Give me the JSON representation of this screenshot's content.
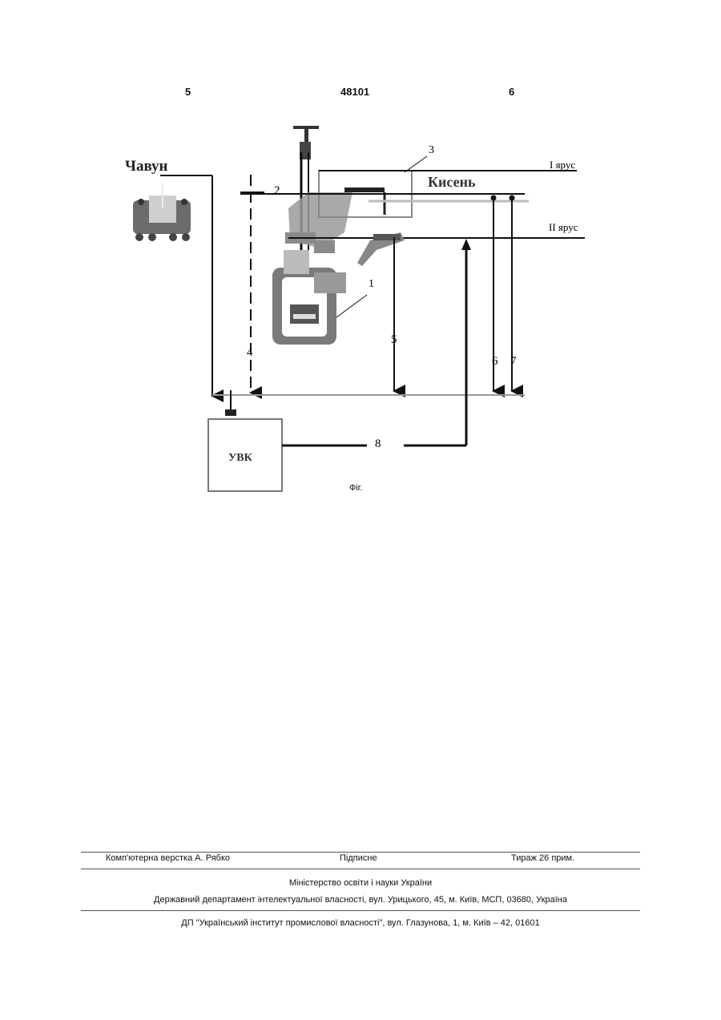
{
  "header": {
    "page_left": "5",
    "patent_number": "48101",
    "page_right": "6"
  },
  "figure": {
    "label_iron": "Чавун",
    "label_oxygen": "Кисень",
    "label_tier1": "І ярус",
    "label_tier2": "ІІ ярус",
    "label_uvk": "УВК",
    "num_1": "1",
    "num_2": "2",
    "num_3": "3",
    "num_4": "4",
    "num_5": "5",
    "num_6": "6",
    "num_7": "7",
    "num_8": "8",
    "caption": "Фіг."
  },
  "footer": {
    "layout_by": "Комп'ютерна верстка А. Рябко",
    "signed": "Підписне",
    "circulation": "Тираж 26 прим.",
    "ministry": "Міністерство освіти і науки України",
    "department": "Державний департамент інтелектуальної власності, вул. Урицького, 45, м. Київ, МСП, 03680, Україна",
    "institute": "ДП \"Український інститут промислової власності\", вул. Глазунова, 1, м. Київ – 42, 01601"
  }
}
